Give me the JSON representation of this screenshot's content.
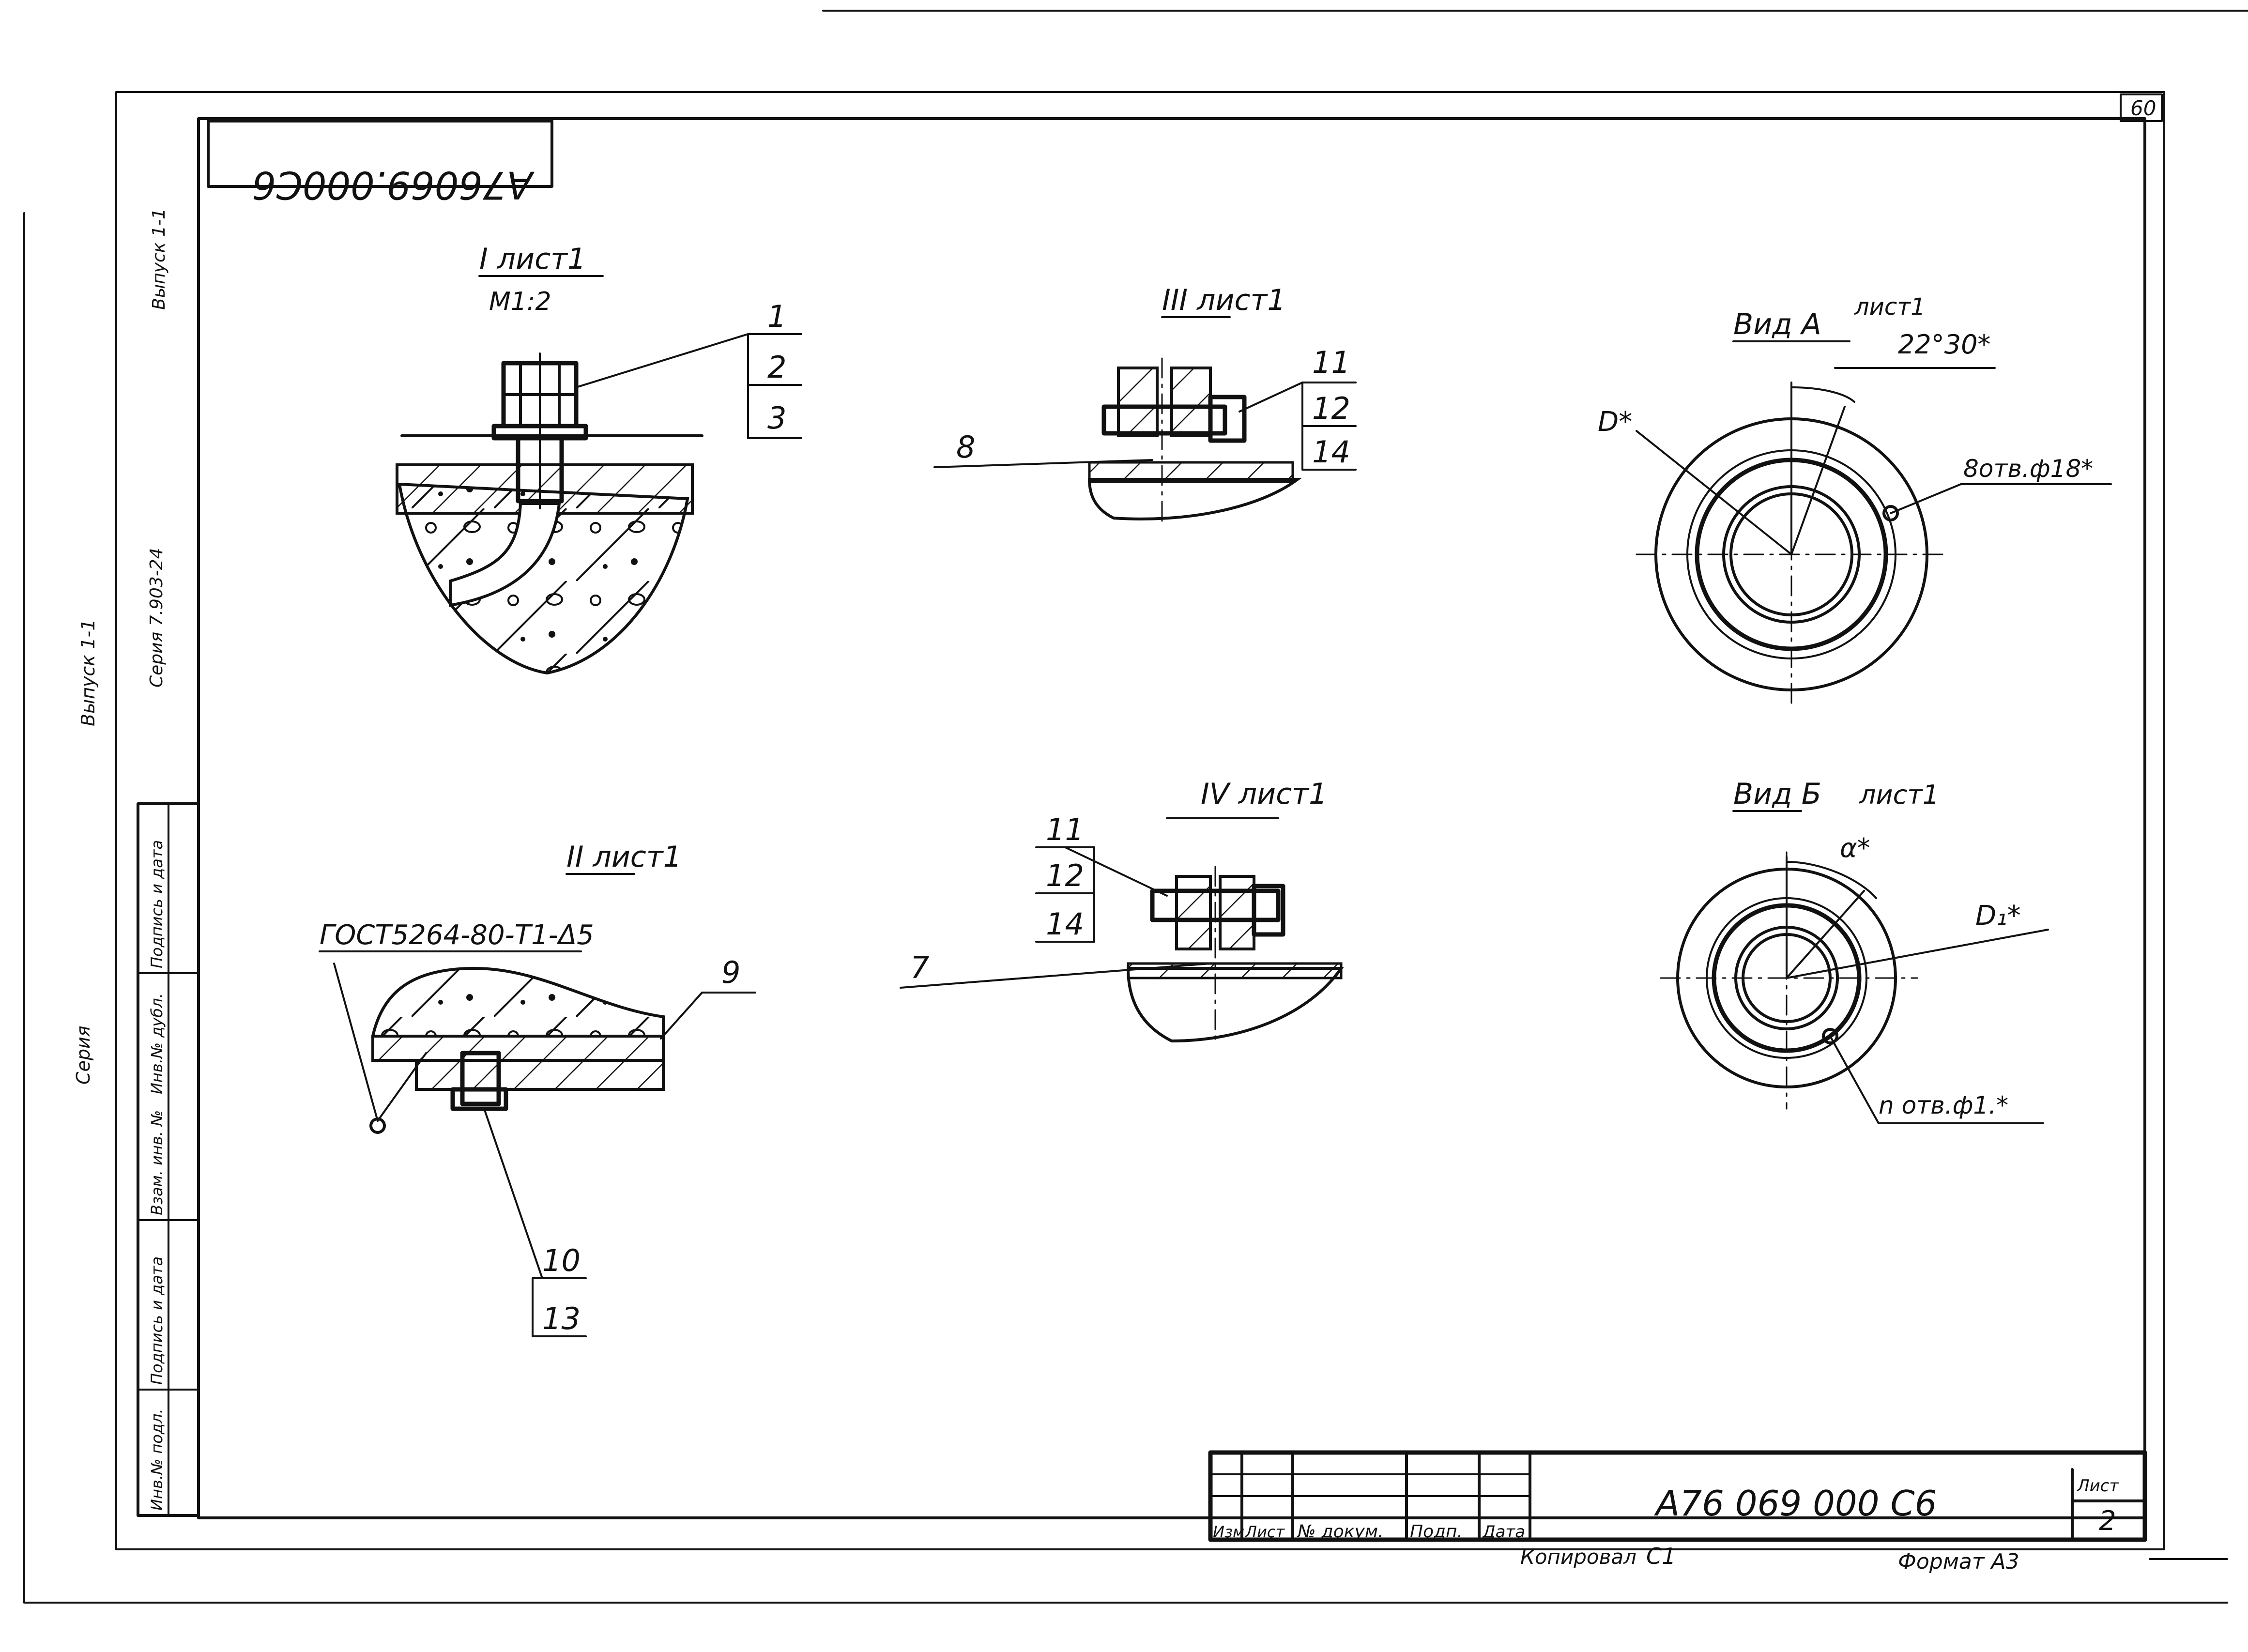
{
  "sheet_number_corner": "60",
  "stamp_top_rotated": "A76069.000C6",
  "side_margin": {
    "outer_series": "Серия",
    "outer_issue": "Выпуск 1-1",
    "inner_series": "Серия 7.903-24",
    "inner_issue": "Выпуск 1-1",
    "stamp_columns": [
      "Инв.№ подл.",
      "Подпись и дата",
      "Взам. инв. №",
      "Инв.№ дубл.",
      "Подпись и дата"
    ]
  },
  "views": {
    "v1": {
      "title": "I лист1",
      "scale": "М1:2",
      "callouts": [
        "1",
        "2",
        "3"
      ]
    },
    "v2": {
      "title": "II лист1",
      "weld_note": "ГОСТ5264-80-Т1-Δ5",
      "callouts": [
        "9",
        "10",
        "13"
      ]
    },
    "v3": {
      "title": "III лист1",
      "callouts": [
        "11",
        "12",
        "14"
      ],
      "left_callout": "8"
    },
    "v4": {
      "title": "IV лист1",
      "callouts": [
        "11",
        "12",
        "14"
      ],
      "left_callout": "7"
    },
    "va": {
      "title": "Вид А",
      "sheet": "лист1",
      "angle": "22°30*",
      "diameter": "D*",
      "holes": "8отв.ф18*"
    },
    "vb": {
      "title": "Вид Б",
      "sheet": "лист1",
      "angle": "α*",
      "diameter": "D₁*",
      "holes": "n отв.ф1.*"
    }
  },
  "title_block": {
    "headers": [
      "Изм",
      "Лист",
      "№ докум.",
      "Подп.",
      "Дата"
    ],
    "designation": "А76 069 000 С6",
    "sheet_label": "Лист",
    "sheet_number": "2",
    "copied": "Копировал",
    "copied_mark": "С1",
    "format": "Формат А3"
  }
}
